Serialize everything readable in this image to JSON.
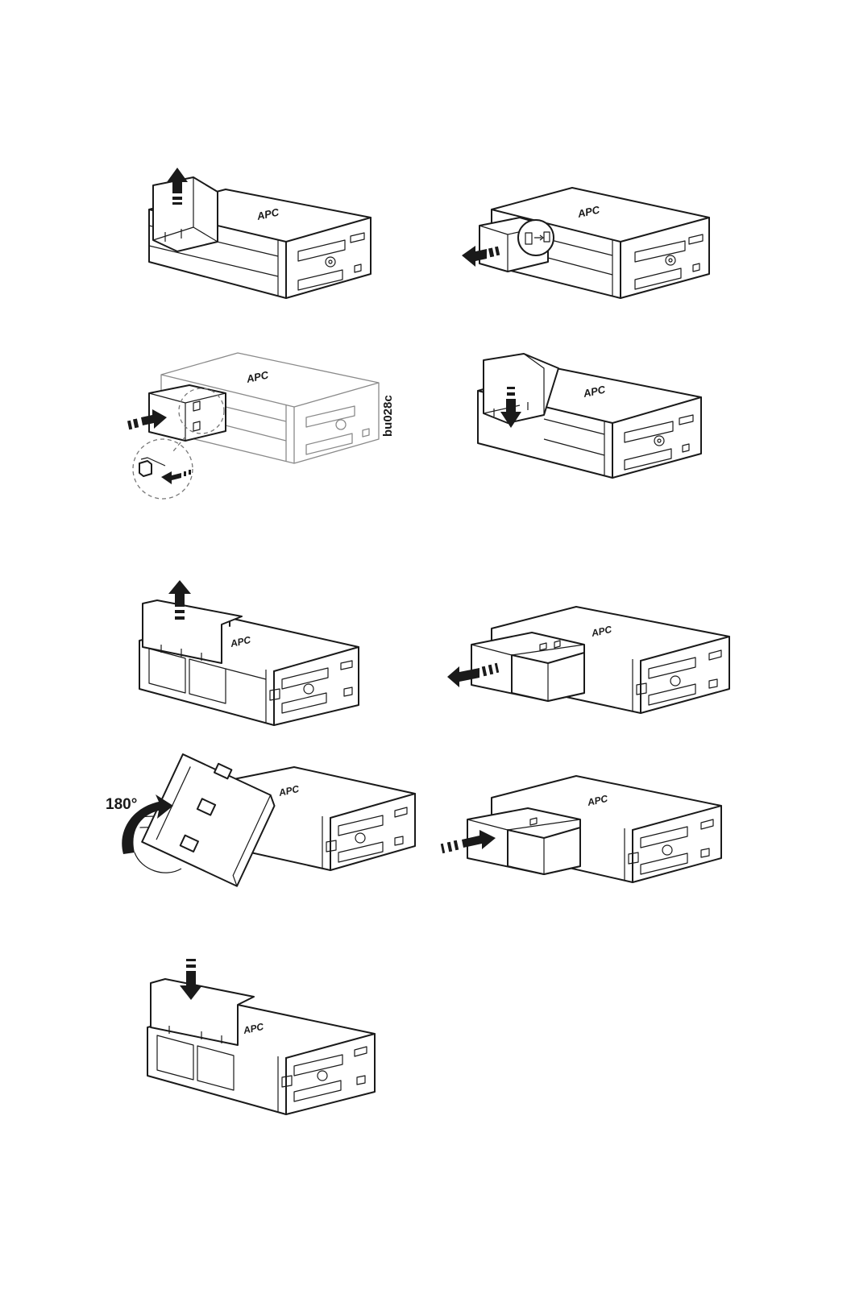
{
  "brand": {
    "logo_text": "APC"
  },
  "figures": {
    "battery_replacement_a": {
      "figure_code": "bu028c"
    },
    "battery_replacement_b": {
      "rotation_label": "180°"
    }
  },
  "colors": {
    "line": "#1a1a1a",
    "faded_line": "#8a8a8a",
    "background": "#ffffff"
  }
}
